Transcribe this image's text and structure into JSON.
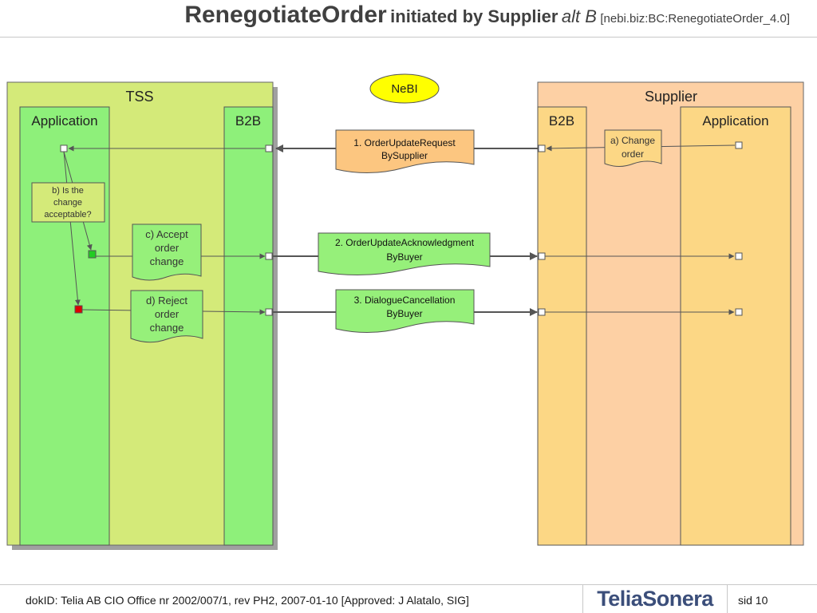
{
  "title": {
    "main": "RenegotiateOrder",
    "sub": "initiated by Supplier",
    "alt": "alt B",
    "ref": "[nebi.biz:BC:RenegotiateOrder_4.0]"
  },
  "lanes": {
    "tss": "TSS",
    "supplier": "Supplier",
    "application": "Application",
    "b2b": "B2B"
  },
  "nebi": "NeBI",
  "messages": [
    {
      "line1": "1. OrderUpdateRequest",
      "line2": "BySupplier"
    },
    {
      "line1": "2. OrderUpdateAcknowledgment",
      "line2": "ByBuyer"
    },
    {
      "line1": "3. DialogueCancellation",
      "line2": "ByBuyer"
    }
  ],
  "notes": {
    "change": [
      "a) Change",
      "order"
    ],
    "decision": [
      "b) Is the",
      "change",
      "acceptable?"
    ],
    "accept": [
      "c) Accept",
      "order",
      "change"
    ],
    "reject": [
      "d) Reject",
      "order",
      "change"
    ]
  },
  "footer": {
    "text": "dokID: Telia AB CIO Office nr 2002/007/1, rev PH2, 2007-01-10  [Approved: J Alatalo, SIG]",
    "logo": "TeliaSonera",
    "page": "sid 10"
  },
  "colors": {
    "tss_lane": "#d4ea79",
    "tss_app": "#8ef07a",
    "supplier_lane": "#fdd0a4",
    "supplier_app": "#fcd785",
    "nebi": "#ffff00",
    "msg_request": "#fcc680",
    "msg_response": "#96f07a",
    "accept_marker": "#22cc22",
    "reject_marker": "#dd0000"
  }
}
